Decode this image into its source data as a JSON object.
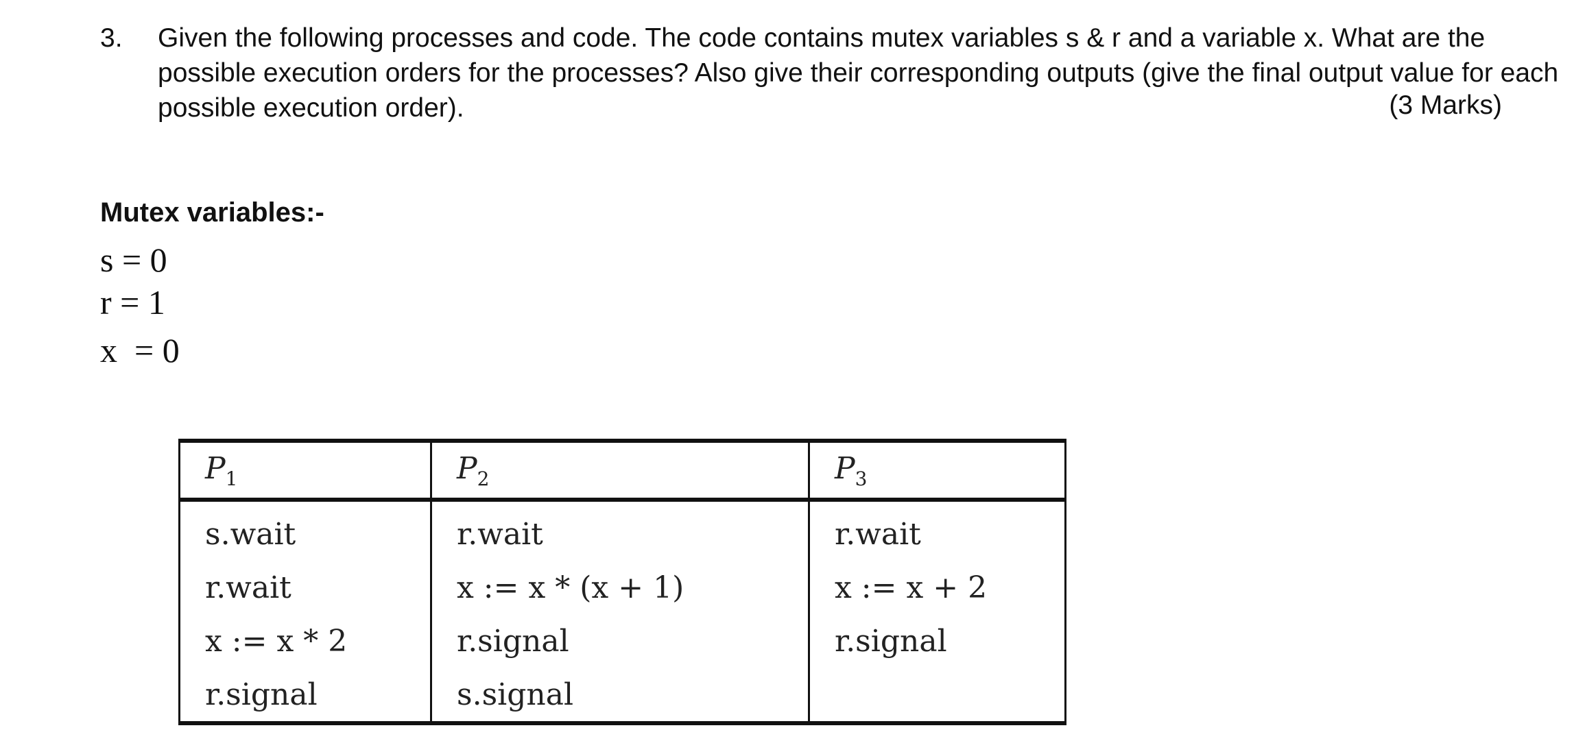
{
  "question": {
    "number": "3.",
    "text": "Given the following processes and code. The code contains mutex variables s & r and a variable x. What are the possible execution orders for the processes? Also give their corresponding outputs (give the final output value for each possible execution order).",
    "marks": "(3 Marks)"
  },
  "mutex": {
    "title": "Mutex variables:-",
    "vars": [
      "s = 0",
      "r = 1",
      "x  = 0"
    ]
  },
  "table": {
    "headers": [
      {
        "p": "P",
        "sub": "1"
      },
      {
        "p": "P",
        "sub": "2"
      },
      {
        "p": "P",
        "sub": "3"
      }
    ],
    "rows": [
      [
        "s.wait",
        "r.wait",
        "r.wait"
      ],
      [
        "r.wait",
        "x := x * (x + 1)",
        "x := x + 2"
      ],
      [
        "x := x * 2",
        "r.signal",
        "r.signal"
      ],
      [
        "r.signal",
        "s.signal",
        ""
      ]
    ]
  }
}
